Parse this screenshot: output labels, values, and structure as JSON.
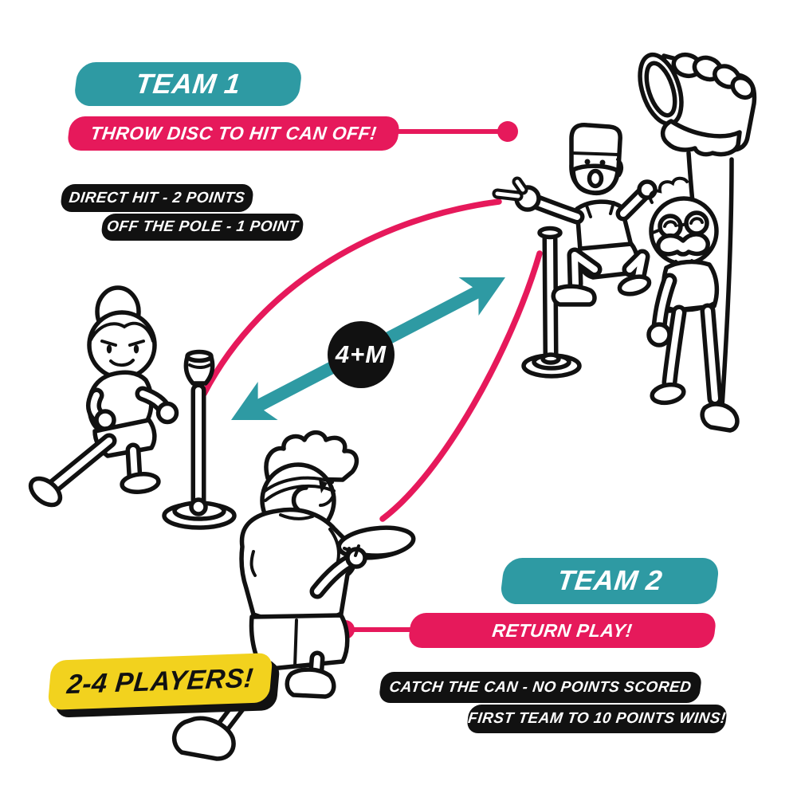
{
  "team1": {
    "title": "TEAM 1",
    "instruction": "THROW DISC TO HIT CAN OFF!",
    "rules": [
      "DIRECT HIT - 2 POINTS",
      "OFF THE POLE - 1 POINT"
    ]
  },
  "team2": {
    "title": "TEAM 2",
    "instruction": "RETURN PLAY!",
    "rules": [
      "CATCH THE CAN - NO POINTS SCORED",
      "FIRST TEAM TO 10 POINTS WINS!"
    ]
  },
  "distance_label": "4+M",
  "players_label": "2-4 PLAYERS!",
  "colors": {
    "teal": "#2E9AA3",
    "pink": "#E6195B",
    "ink": "#111111",
    "yellow": "#F2D21E",
    "background": "#FFFFFF"
  },
  "illustration": {
    "figures": [
      "team1-player",
      "disc-thrower",
      "team2-pointing-player",
      "team2-catching-player"
    ],
    "props": [
      "left-pole-with-can",
      "right-pole",
      "flying-disc",
      "giant-hand-holding-can"
    ]
  }
}
